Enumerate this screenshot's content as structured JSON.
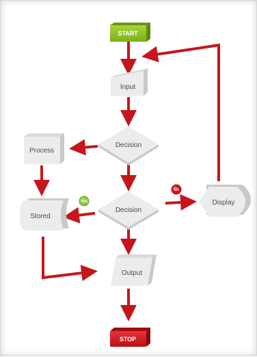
{
  "nodes": {
    "start": "START",
    "input": "Input",
    "decision1": "Decision",
    "process": "Process",
    "decision2": "Decision",
    "stored": "Stored",
    "display": "Display",
    "output": "Output",
    "stop": "STOP"
  },
  "badges": {
    "yes": "YES",
    "no": "NO"
  },
  "colors": {
    "arrow": "#c4161c",
    "start": "#8dc21f",
    "stop": "#d0121b",
    "yes_badge": "#8cc63f",
    "no_badge": "#d7141a"
  }
}
